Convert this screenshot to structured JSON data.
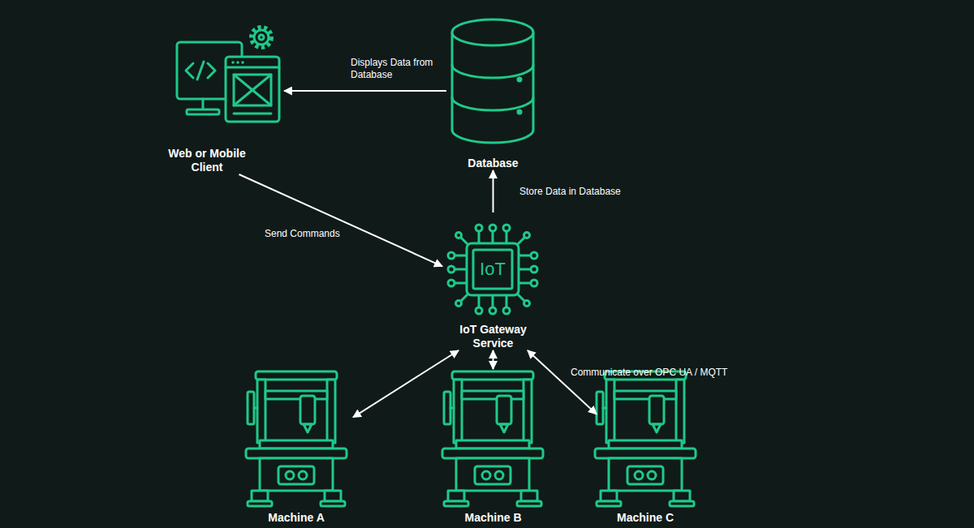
{
  "diagram": {
    "nodes": [
      {
        "text": [
          "Web or Mobile Client"
        ]
      },
      {
        "text": [
          "Database"
        ]
      },
      {
        "text": [
          "IoT Gateway Service"
        ]
      },
      {
        "text": [
          "Machine A"
        ]
      },
      {
        "text": [
          "Machine B"
        ]
      },
      {
        "text": [
          "Machine C"
        ]
      }
    ],
    "edges": [
      {
        "from": 1,
        "to": 0,
        "label": "Displays Data from Database",
        "arrow": "to"
      },
      {
        "from": 0,
        "to": 2,
        "label": "Send Commands",
        "arrow": "to"
      },
      {
        "from": 2,
        "to": 1,
        "label": "Store Data in Database",
        "arrow": "to"
      },
      {
        "from": 2,
        "to": 3,
        "arrow": "both"
      },
      {
        "from": 2,
        "to": 4,
        "arrow": "both"
      },
      {
        "from": 2,
        "to": 5,
        "label": "Communicate over OPC UA / MQTT",
        "arrow": "both"
      }
    ],
    "labels": [
      "IoT"
    ]
  }
}
